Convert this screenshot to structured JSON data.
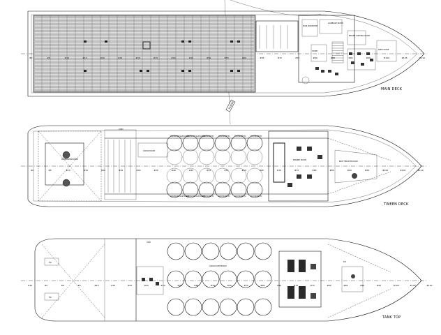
{
  "decks": {
    "main": {
      "label": "MAIN DECK",
      "rooms": [
        "GARBAGE ROOM",
        "MAIN WORKSHOP",
        "ENGINE CONTROL ROOM",
        "STORE",
        "ROPE STORE"
      ],
      "frames": [
        "#0",
        "#5",
        "#10",
        "#15",
        "#20",
        "#25",
        "#30",
        "#35",
        "#40",
        "#45",
        "#50",
        "#55",
        "#60",
        "#65",
        "#70",
        "#75",
        "#80",
        "#85",
        "#90",
        "#95",
        "#100",
        "#105",
        "#110"
      ]
    },
    "tween": {
      "label": "TWEEN DECK",
      "rooms": [
        "PROPULSION ROOM",
        "CARGO ROOM",
        "ENGINE ROOM",
        "BOW THRUSTER ROOM",
        "MUD/BRINE SLOP/OILREC",
        "MUD/BRINE/TO",
        "VOID",
        "DB/TANKS"
      ],
      "frames": [
        "#0",
        "#5",
        "#10",
        "#15",
        "#20",
        "#25",
        "#30",
        "#35",
        "#40",
        "#45",
        "#50",
        "#55",
        "#60",
        "#65",
        "#70",
        "#75",
        "#80",
        "#85",
        "#90",
        "#95",
        "#100",
        "#105",
        "#110"
      ]
    },
    "tank": {
      "label": "TANK TOP",
      "rooms": [
        "CARGO PUMP ROOM",
        "VOID",
        "FW",
        "DB"
      ],
      "frames": [
        "#10",
        "#5",
        "#0",
        "#5",
        "#10",
        "#15",
        "#20",
        "#25",
        "#30",
        "#35",
        "#40",
        "#45",
        "#50",
        "#55",
        "#60",
        "#65",
        "#70",
        "#75",
        "#80",
        "#85",
        "#90",
        "#95",
        "#100",
        "#105",
        "#110"
      ]
    }
  },
  "annotation": "R18000"
}
